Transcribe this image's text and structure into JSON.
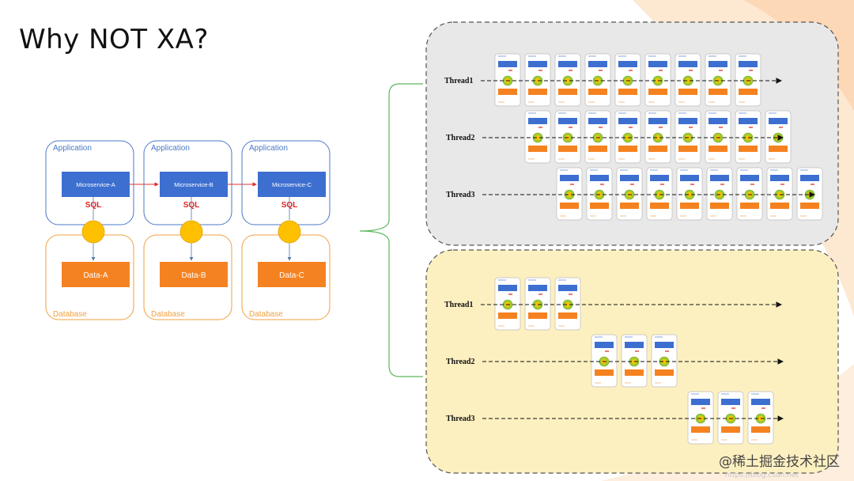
{
  "slide": {
    "title": "Why NOT XA?",
    "watermark": "@稀土掘金技术社区"
  },
  "architecture": {
    "application_label": "Application",
    "database_label": "Database",
    "sql_label": "SQL",
    "services": [
      {
        "microservice": "Microservice-A",
        "data": "Data-A"
      },
      {
        "microservice": "Microservice-B",
        "data": "Data-B"
      },
      {
        "microservice": "Microservice-C",
        "data": "Data-C"
      }
    ]
  },
  "panels": [
    {
      "name": "panel-xa",
      "threads": [
        {
          "label": "Thread1",
          "blocks": 9
        },
        {
          "label": "Thread2",
          "blocks": 9
        },
        {
          "label": "Thread3",
          "blocks": 9
        }
      ]
    },
    {
      "name": "panel-non-xa",
      "threads": [
        {
          "label": "Thread1",
          "blocks": 3
        },
        {
          "label": "Thread2",
          "blocks": 3
        },
        {
          "label": "Thread3",
          "blocks": 3
        }
      ]
    }
  ],
  "colors": {
    "app_border": "#4a78c8",
    "db_border": "#f0a040",
    "microservice_fill": "#3d6fd0",
    "data_fill": "#f58220",
    "node_fill": "#ffc000",
    "sql_text": "#e02020",
    "arrow_red": "#e03030",
    "panel_top_fill": "#e8e8e8",
    "panel_bottom_fill": "#fdf0c0",
    "bracket_green": "#5cb85c"
  }
}
